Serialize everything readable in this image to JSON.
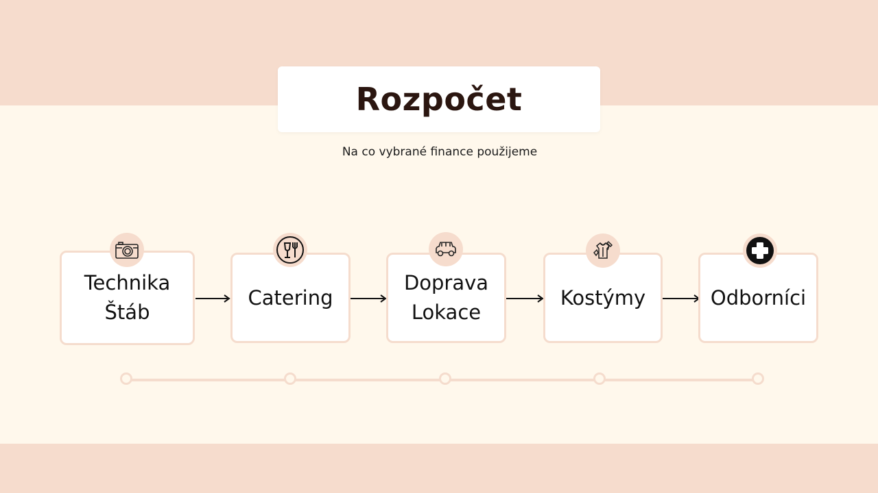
{
  "title": "Rozpočet",
  "subtitle": "Na co vybrané finance použijeme",
  "steps": [
    {
      "lines": [
        "Technika",
        "Štáb"
      ],
      "icon": "camera-icon"
    },
    {
      "lines": [
        "Catering"
      ],
      "icon": "wine-glass-cutlery-icon"
    },
    {
      "lines": [
        "Doprava",
        "Lokace"
      ],
      "icon": "car-icon"
    },
    {
      "lines": [
        "Kostýmy"
      ],
      "icon": "costume-icon"
    },
    {
      "lines": [
        "Odborníci"
      ],
      "icon": "medical-cross-icon"
    }
  ],
  "colors": {
    "band": "#f6dccd",
    "background": "#fff8ec",
    "title": "#2b1610",
    "border": "#f5dccd"
  }
}
